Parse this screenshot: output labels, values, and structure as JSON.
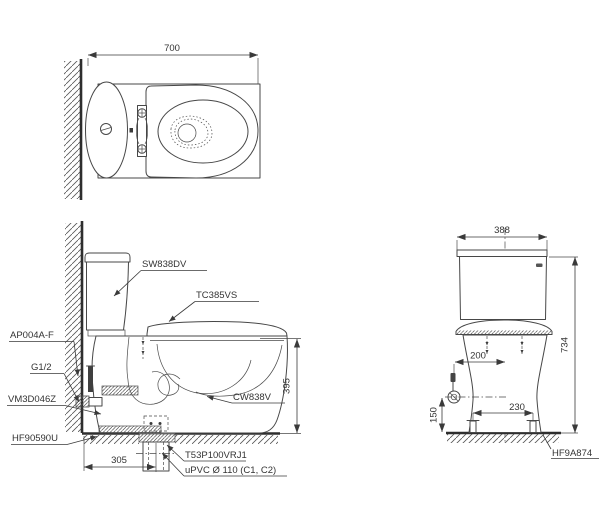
{
  "meta": {
    "title": "Two-piece toilet installation technical drawing"
  },
  "colors": {
    "line": "#474747",
    "thick_line": "#2e2e2e",
    "text": "#333333",
    "background": "#ffffff"
  },
  "top_view": {
    "dim_overall_depth": "700"
  },
  "side_view": {
    "label_tank": "SW838DV",
    "label_seat_cover": "TC385VS",
    "label_supply_valve": "AP004A-F",
    "label_thread": "G1/2",
    "label_trap_seal": "VM3D046Z",
    "label_floor_fixing": "HF90590U",
    "label_bowl": "CW838V",
    "label_drain_socket": "T53P100VRJ1",
    "label_drain_pipe": "uPVC Ø 110 (C1, C2)",
    "dim_bowl_height": "395",
    "dim_outlet_from_wall": "305"
  },
  "front_view": {
    "label_floor_fixing": "HF9A874",
    "dim_tank_width": "388",
    "dim_total_height": "734",
    "dim_supply_offset": "200",
    "dim_bolt_spacing": "230",
    "dim_supply_height": "150"
  }
}
